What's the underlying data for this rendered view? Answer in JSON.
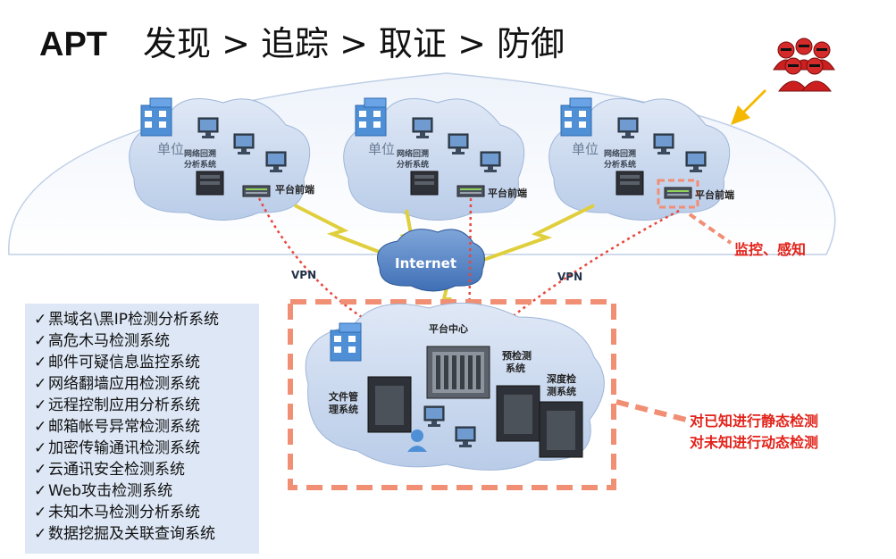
{
  "header": {
    "apt": "APT",
    "stages": "发现 > 追踪 > 取证 > 防御"
  },
  "sites": [
    {
      "unit_label": "单位",
      "system_label_1": "网络回溯",
      "system_label_2": "分析系统",
      "frontend_label": "平台前端"
    },
    {
      "unit_label": "单位",
      "system_label_1": "网络回溯",
      "system_label_2": "分析系统",
      "frontend_label": "平台前端"
    },
    {
      "unit_label": "单位",
      "system_label_1": "网络回溯",
      "system_label_2": "分析系统",
      "frontend_label": "平台前端"
    }
  ],
  "network": {
    "internet_label": "Internet",
    "vpn_left": "VPN",
    "vpn_right": "VPN"
  },
  "center": {
    "platform_label": "平台中心",
    "pre_detect_1": "预检测",
    "pre_detect_2": "系统",
    "deep_detect_1": "深度检",
    "deep_detect_2": "测系统",
    "file_mgmt_1": "文件管",
    "file_mgmt_2": "理系统"
  },
  "annotations": {
    "monitor": "监控、感知",
    "static_detect": "对已知进行静态检测",
    "dynamic_detect": "对未知进行动态检测"
  },
  "systems_list": [
    "黑域名\\黑IP检测分析系统",
    "高危木马检测系统",
    "邮件可疑信息监控系统",
    "网络翻墙应用检测系统",
    "远程控制应用分析系统",
    "邮箱帐号异常检测系统",
    "加密传输通讯检测系统",
    "云通讯安全检测系统",
    "Web攻击检测系统",
    "未知木马检测分析系统",
    "数据挖掘及关联查询系统"
  ],
  "checkmark_symbol": "✓",
  "colors": {
    "accent_red": "#e2231a",
    "dash_orange": "#f08f74",
    "lightning": "#e8d84a",
    "arrow_yellow": "#f5b800",
    "cloud_blue": "#c9d8ee",
    "list_bg": "#dde7f5"
  }
}
